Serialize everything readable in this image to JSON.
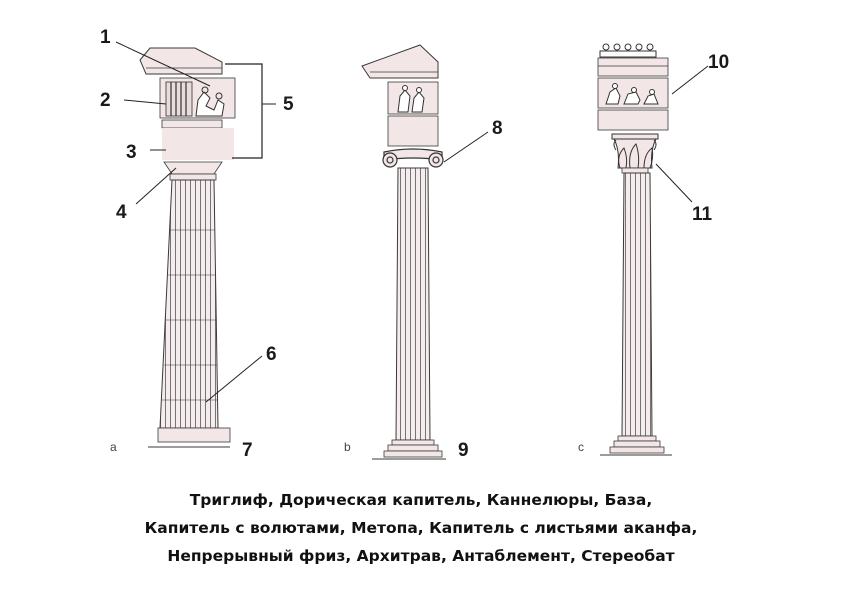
{
  "figure": {
    "labels": [
      "1",
      "2",
      "3",
      "4",
      "5",
      "6",
      "7",
      "8",
      "9",
      "10",
      "11"
    ],
    "subfigures": [
      "a",
      "b",
      "c"
    ],
    "colors": {
      "stone": "#f2e6e6",
      "stone_dark": "#e3d2d2",
      "line": "#3a3a3a"
    }
  },
  "caption": {
    "lines": [
      "Триглиф, Дорическая капитель, Каннелюры, База,",
      "Капитель с волютами, Метопа, Капитель с листьями аканфа,",
      "Непрерывный фриз, Архитрав, Антаблемент, Стереобат"
    ]
  }
}
